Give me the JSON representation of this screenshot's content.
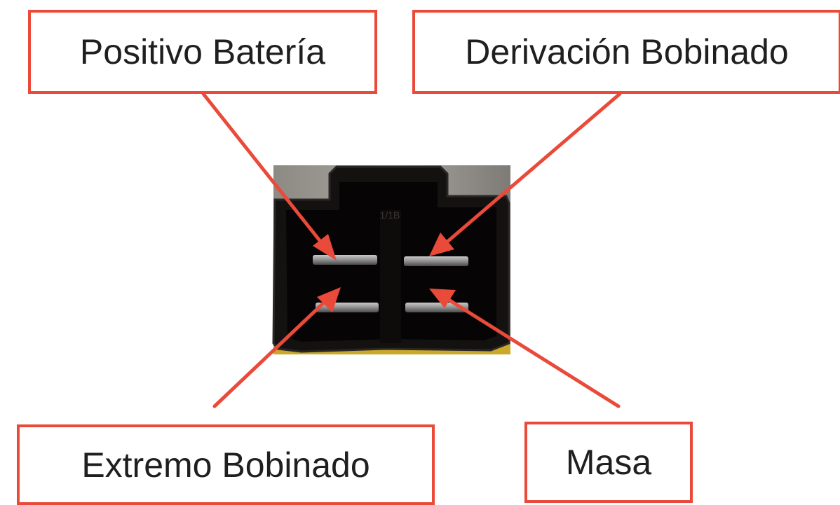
{
  "labels": {
    "positive_battery": "Positivo Batería",
    "winding_tap": "Derivación Bobinado",
    "winding_end": "Extremo Bobinado",
    "ground": "Masa"
  },
  "connector_marking": "1/1B",
  "colors": {
    "label_border": "#e94a3a",
    "arrow": "#e94a3a",
    "label_text": "#1f1f1f",
    "connector_body": "#0d0b0b",
    "terminal": "#8a8a8a"
  }
}
